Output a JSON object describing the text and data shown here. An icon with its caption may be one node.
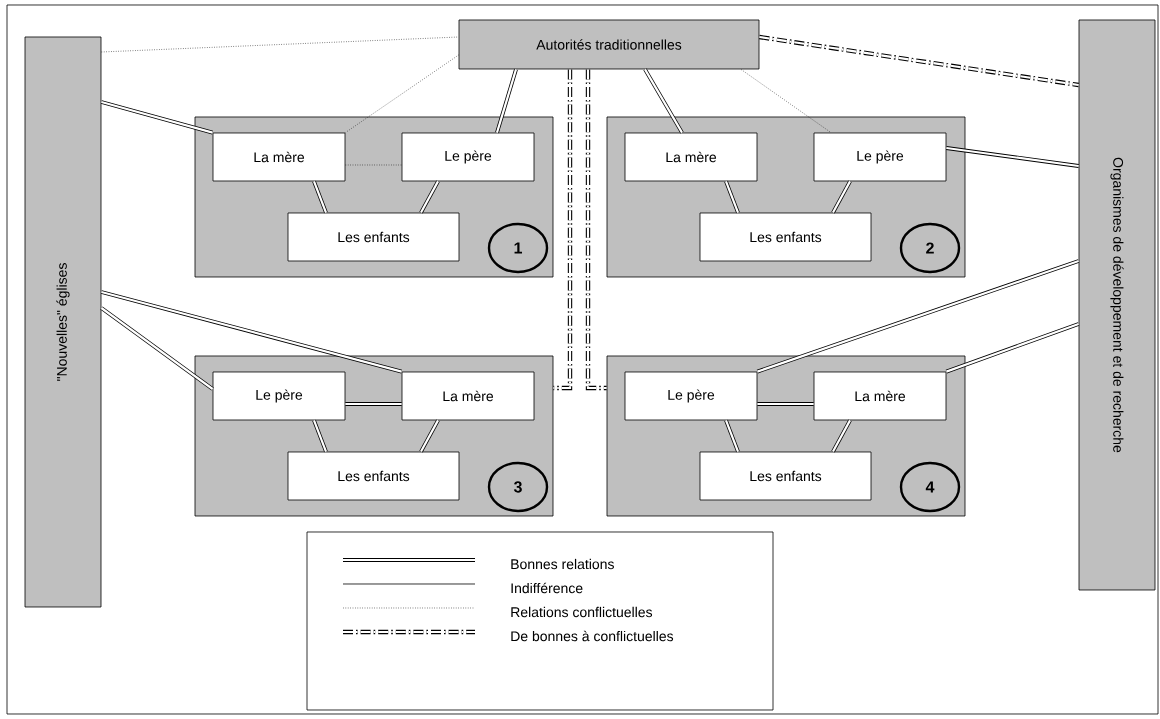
{
  "diagram": {
    "nodes": [
      {
        "text": [
          "Autorités traditionnelles"
        ]
      },
      {
        "text": [
          "\"Nouvelles\" églises"
        ]
      },
      {
        "text": [
          "Organismes de développement et de recherche"
        ]
      },
      {
        "text": [],
        "shape": "box"
      },
      {
        "text": [
          "La mère"
        ],
        "in": 3
      },
      {
        "text": [
          "Le père"
        ],
        "in": 3
      },
      {
        "text": [
          "Les enfants"
        ],
        "in": 3
      },
      {
        "text": [
          "1"
        ],
        "in": 3
      },
      {
        "text": [],
        "shape": "box"
      },
      {
        "text": [
          "La mère"
        ],
        "in": 8
      },
      {
        "text": [
          "Le père"
        ],
        "in": 8
      },
      {
        "text": [
          "Les enfants"
        ],
        "in": 8
      },
      {
        "text": [
          "2"
        ],
        "in": 8
      },
      {
        "text": [],
        "shape": "box"
      },
      {
        "text": [
          "Le père"
        ],
        "in": 13
      },
      {
        "text": [
          "La mère"
        ],
        "in": 13
      },
      {
        "text": [
          "Les enfants"
        ],
        "in": 13
      },
      {
        "text": [
          "3"
        ],
        "in": 13
      },
      {
        "text": [],
        "shape": "box"
      },
      {
        "text": [
          "Le père"
        ],
        "in": 18
      },
      {
        "text": [
          "La mère"
        ],
        "in": 18
      },
      {
        "text": [
          "Les enfants"
        ],
        "in": 18
      },
      {
        "text": [
          "4"
        ],
        "in": 18
      }
    ],
    "edges": [
      {
        "from": 1,
        "to": 0,
        "arrow": "none",
        "style": "dashed"
      },
      {
        "from": 0,
        "to": 4,
        "arrow": "none",
        "style": "dashed"
      },
      {
        "from": 0,
        "to": 5,
        "arrow": "none"
      },
      {
        "from": 4,
        "to": 5,
        "arrow": "none",
        "style": "dashed"
      },
      {
        "from": 1,
        "to": 4,
        "arrow": "none"
      },
      {
        "from": 4,
        "to": 6,
        "arrow": "none"
      },
      {
        "from": 5,
        "to": 6,
        "arrow": "none"
      },
      {
        "from": 0,
        "to": 9,
        "arrow": "none"
      },
      {
        "from": 0,
        "to": 10,
        "arrow": "none",
        "style": "dashed"
      },
      {
        "from": 0,
        "to": 2,
        "arrow": "none",
        "style": "dashed"
      },
      {
        "from": 10,
        "to": 2,
        "arrow": "none"
      },
      {
        "from": 9,
        "to": 11,
        "arrow": "none"
      },
      {
        "from": 10,
        "to": 11,
        "arrow": "none"
      },
      {
        "from": 0,
        "to": 13,
        "arrow": "none",
        "style": "dashed"
      },
      {
        "from": 0,
        "to": 18,
        "arrow": "none",
        "style": "dashed"
      },
      {
        "from": 1,
        "to": 15,
        "arrow": "none"
      },
      {
        "from": 1,
        "to": 14,
        "arrow": "none"
      },
      {
        "from": 14,
        "to": 15,
        "arrow": "none"
      },
      {
        "from": 14,
        "to": 16,
        "arrow": "none"
      },
      {
        "from": 15,
        "to": 16,
        "arrow": "none"
      },
      {
        "from": 2,
        "to": 19,
        "arrow": "none"
      },
      {
        "from": 2,
        "to": 20,
        "arrow": "none"
      },
      {
        "from": 19,
        "to": 20,
        "arrow": "none"
      },
      {
        "from": 19,
        "to": 21,
        "arrow": "none"
      },
      {
        "from": 20,
        "to": 21,
        "arrow": "none"
      }
    ],
    "legend": [
      {
        "text": "Bonnes relations"
      },
      {
        "text": "Indifférence"
      },
      {
        "text": "Relations conflictuelles"
      },
      {
        "text": "De bonnes à conflictuelles"
      }
    ]
  }
}
